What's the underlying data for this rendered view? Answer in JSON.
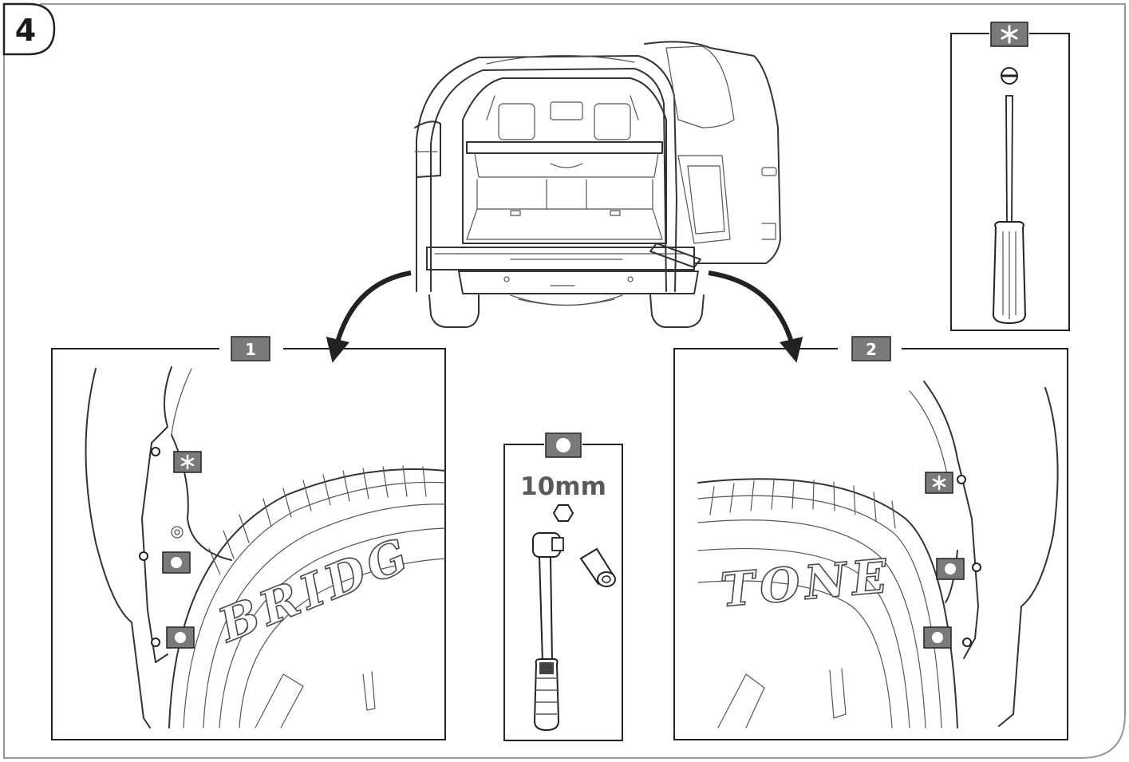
{
  "step": {
    "number": "4"
  },
  "callouts": [
    {
      "id": "left",
      "label": "1"
    },
    {
      "id": "right",
      "label": "2"
    }
  ],
  "tools": {
    "socket_wrench": {
      "size": "10mm"
    }
  },
  "tire_text": {
    "left": "BRIDG",
    "right": "TONE"
  },
  "colors": {
    "badge_fill": "#7a7a7a",
    "line": "#333333",
    "border": "#999999"
  },
  "icons": {
    "screw_marker": "asterisk-icon",
    "bolt_marker": "circle-icon",
    "screwdriver_head": "flat-head-icon"
  }
}
